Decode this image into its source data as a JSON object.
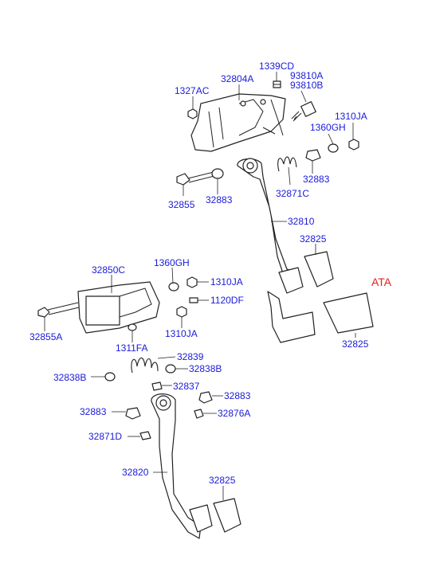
{
  "callouts": {
    "c1339CD": "1339CD",
    "c32804A": "32804A",
    "c93810A": "93810A",
    "c93810B": "93810B",
    "c1327AC": "1327AC",
    "c1310JA_top": "1310JA",
    "c1360GH_top": "1360GH",
    "c32883_a": "32883",
    "c32855": "32855",
    "c32883_b": "32883",
    "c32871C": "32871C",
    "c32810": "32810",
    "c32825_a": "32825",
    "c32850C": "32850C",
    "c1360GH_mid": "1360GH",
    "c1310JA_mid": "1310JA",
    "c1120DF": "1120DF",
    "c32855A": "32855A",
    "c1310JA_low": "1310JA",
    "c1311FA": "1311FA",
    "c32839": "32839",
    "c32838B_r": "32838B",
    "c32838B_l": "32838B",
    "c32837": "32837",
    "c32883_c": "32883",
    "c32883_d": "32883",
    "c32876A": "32876A",
    "c32871D": "32871D",
    "c32820": "32820",
    "c32825_b": "32825",
    "c32825_c": "32825",
    "ata": "ATA"
  },
  "colors": {
    "callout": "#1a1adb",
    "ata": "#e8201e",
    "line": "#222222"
  }
}
